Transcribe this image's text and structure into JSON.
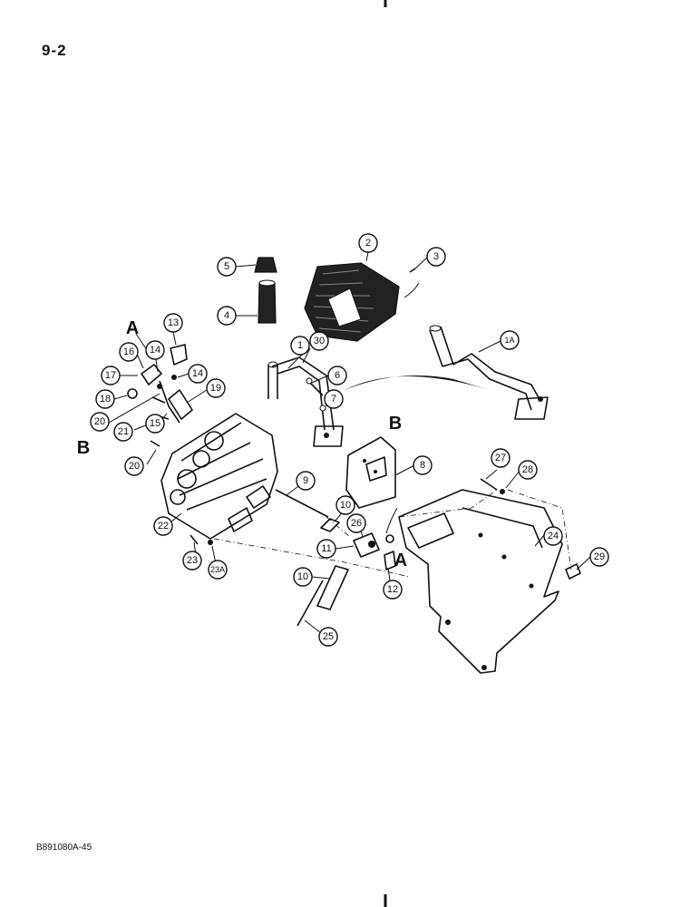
{
  "page": {
    "number": "9-2",
    "figure_code": "B891080A-45"
  },
  "ref_letters": {
    "a": "A",
    "b": "B"
  },
  "callouts": [
    {
      "id": "c1",
      "label": "1"
    },
    {
      "id": "c1a",
      "label": "1A"
    },
    {
      "id": "c2",
      "label": "2"
    },
    {
      "id": "c3",
      "label": "3"
    },
    {
      "id": "c4",
      "label": "4"
    },
    {
      "id": "c5",
      "label": "5"
    },
    {
      "id": "c6",
      "label": "6"
    },
    {
      "id": "c7",
      "label": "7"
    },
    {
      "id": "c8",
      "label": "8"
    },
    {
      "id": "c9",
      "label": "9"
    },
    {
      "id": "c10a",
      "label": "10"
    },
    {
      "id": "c10b",
      "label": "10"
    },
    {
      "id": "c11",
      "label": "11"
    },
    {
      "id": "c12",
      "label": "12"
    },
    {
      "id": "c13",
      "label": "13"
    },
    {
      "id": "c14a",
      "label": "14"
    },
    {
      "id": "c14b",
      "label": "14"
    },
    {
      "id": "c15",
      "label": "15"
    },
    {
      "id": "c16",
      "label": "16"
    },
    {
      "id": "c17",
      "label": "17"
    },
    {
      "id": "c18",
      "label": "18"
    },
    {
      "id": "c19",
      "label": "19"
    },
    {
      "id": "c20a",
      "label": "20"
    },
    {
      "id": "c20b",
      "label": "20"
    },
    {
      "id": "c21",
      "label": "21"
    },
    {
      "id": "c22",
      "label": "22"
    },
    {
      "id": "c23",
      "label": "23"
    },
    {
      "id": "c23a",
      "label": "23A"
    },
    {
      "id": "c24",
      "label": "24"
    },
    {
      "id": "c25",
      "label": "25"
    },
    {
      "id": "c26",
      "label": "26"
    },
    {
      "id": "c27",
      "label": "27"
    },
    {
      "id": "c28",
      "label": "28"
    },
    {
      "id": "c29",
      "label": "29"
    },
    {
      "id": "c30",
      "label": "30"
    }
  ]
}
